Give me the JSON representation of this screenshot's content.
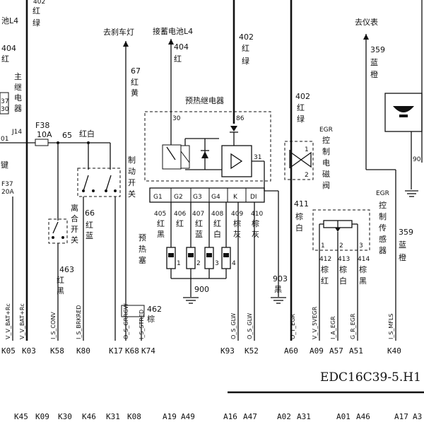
{
  "title": "EDC16C39-5.H1",
  "top_notes": {
    "to_brake_lamp": "去刹车灯",
    "to_battery": "接蓄电池L4",
    "to_instrument": "去仪表",
    "left_top_fragment": "池L4",
    "wire_402_top": "402",
    "wire_402_color_top": "红",
    "wire_402_color2_top": "绿"
  },
  "left_edge": {
    "num_404": "404",
    "ch_hong": "红",
    "main_relay": "主继电器",
    "j14": "J14",
    "f37": "F37",
    "amp_20": "20A",
    "frag_37": "37",
    "frag_30": "30",
    "frag_01": "01",
    "frag_jian": "键"
  },
  "fuse": {
    "name": "F38",
    "rating": "10A"
  },
  "wires": {
    "w65": "65",
    "w65_color": "红白",
    "w66": "66",
    "w66_color": "红蓝",
    "w463": "463",
    "w463_color": "红黑",
    "w67": "67",
    "w67_color": "红黄",
    "w404": "404",
    "w404_color": "红",
    "w402_color": "红",
    "w402_color2": "绿",
    "w402": "402",
    "w402b": "402",
    "w402b_color": "红",
    "w402b_color2": "绿",
    "w359": "359",
    "w359_color": "蓝",
    "w359_color2": "橙",
    "w359b": "359",
    "w359b_color": "蓝橙",
    "w411": "411",
    "w411_color": "棕白",
    "w412": "412",
    "w412_color": "棕红",
    "w413": "413",
    "w413_color": "棕白",
    "w414": "414",
    "w414_color": "棕黑",
    "w405": "405",
    "w405_color": "红黑",
    "w406": "406",
    "w406_color": "红",
    "w407": "407",
    "w407_color": "红蓝",
    "w408": "408",
    "w408_color": "红白",
    "w409": "409",
    "w409_color": "棕灰",
    "w410": "410",
    "w410_color": "棕灰",
    "w462": "462",
    "w462_color": "棕",
    "w900": "900",
    "w903": "903",
    "w903_color": "黑"
  },
  "components": {
    "clutch_switch": "离合开关",
    "brake_switch": "制动开关",
    "preheat_relay": "预热继电器",
    "preheat_plug": "预热塞",
    "egr_valve": "EGR控制电磁阀",
    "egr_sensor": "EGR控制传感器",
    "relay_pin_30": "30",
    "relay_pin_86": "86",
    "relay_pin_31": "31",
    "relay_g1": "G1",
    "relay_g2": "G2",
    "relay_g3": "G3",
    "relay_g4": "G4",
    "relay_k": "K",
    "relay_di": "DI",
    "plug_1": "1",
    "plug_2": "2",
    "plug_3": "3",
    "plug_4": "4",
    "valve_1": "1",
    "valve_2": "2",
    "sensor_1": "1",
    "sensor_2": "2",
    "sensor_3": "3",
    "right_frag_90": "90"
  },
  "signals": {
    "s1": "V_V_BAT+Rc",
    "s2": "V_V_BAT+Rc",
    "s3": "I_S_CONV",
    "s4": "I_S_BRKRED",
    "s5": "O_S_GRRGW",
    "s6": "I_S_STRED",
    "s7": "O_S_GLW",
    "s8": "O_S_GLW",
    "s9": "O_T_EGR",
    "s10": "V_V_5VEGR",
    "s11": "I_A_EGR",
    "s12": "G_R_EGR",
    "s13": "I_S_MFLS"
  },
  "pins_row1": [
    "K05",
    "K03",
    "K58",
    "K80",
    "K17",
    "K68",
    "K74",
    "K93",
    "K52",
    "A60",
    "A09",
    "A57",
    "A51",
    "K40"
  ],
  "pins_row2": [
    "K45",
    "K09",
    "K30",
    "K46",
    "K31",
    "K08",
    "A19",
    "A49",
    "A16",
    "A47",
    "A02",
    "A31",
    "A01",
    "A46",
    "A17",
    "A3"
  ]
}
